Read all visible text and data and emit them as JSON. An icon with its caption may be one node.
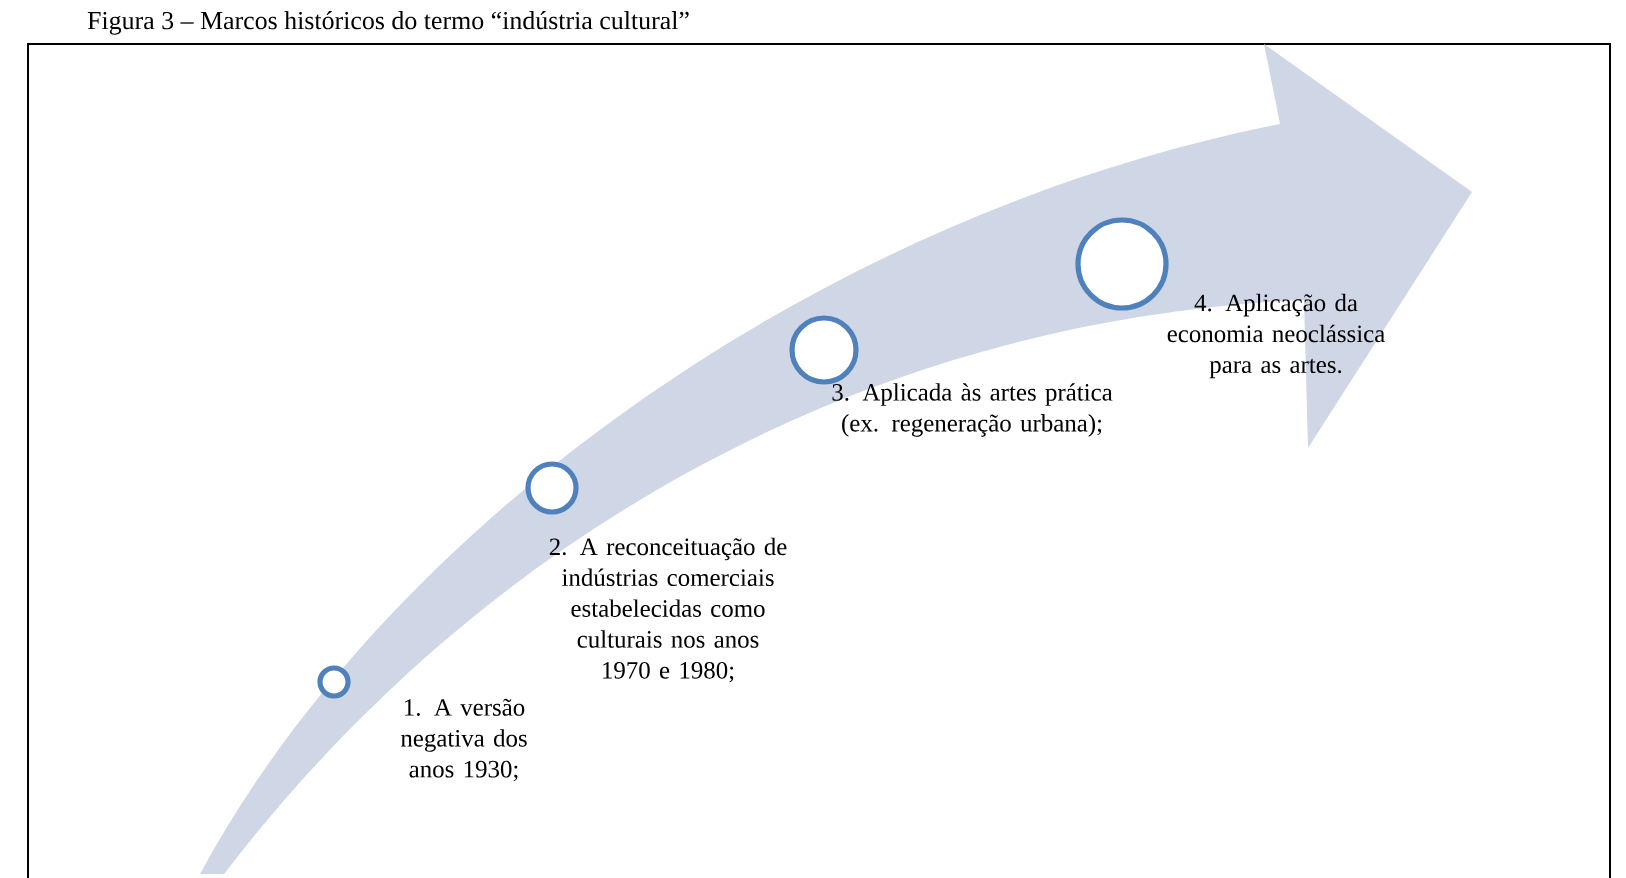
{
  "diagram": {
    "title": "Figura 3 – Marcos históricos do termo “indústria cultural”",
    "nodes": [
      {
        "text": [],
        "shape": "circle",
        "beside": [
          "1. A versão negativa dos anos 1930;"
        ]
      },
      {
        "text": [],
        "shape": "circle",
        "beside": [
          "2. A reconceituação de indústrias comerciais estabelecidas como culturais nos anos 1970 e 1980;"
        ]
      },
      {
        "text": [],
        "shape": "circle",
        "beside": [
          "3. Aplicada às artes prática (ex. regeneração urbana);"
        ]
      },
      {
        "text": [],
        "shape": "circle",
        "beside": [
          "4. Aplicação da economia neoclássica para as artes."
        ]
      }
    ]
  }
}
